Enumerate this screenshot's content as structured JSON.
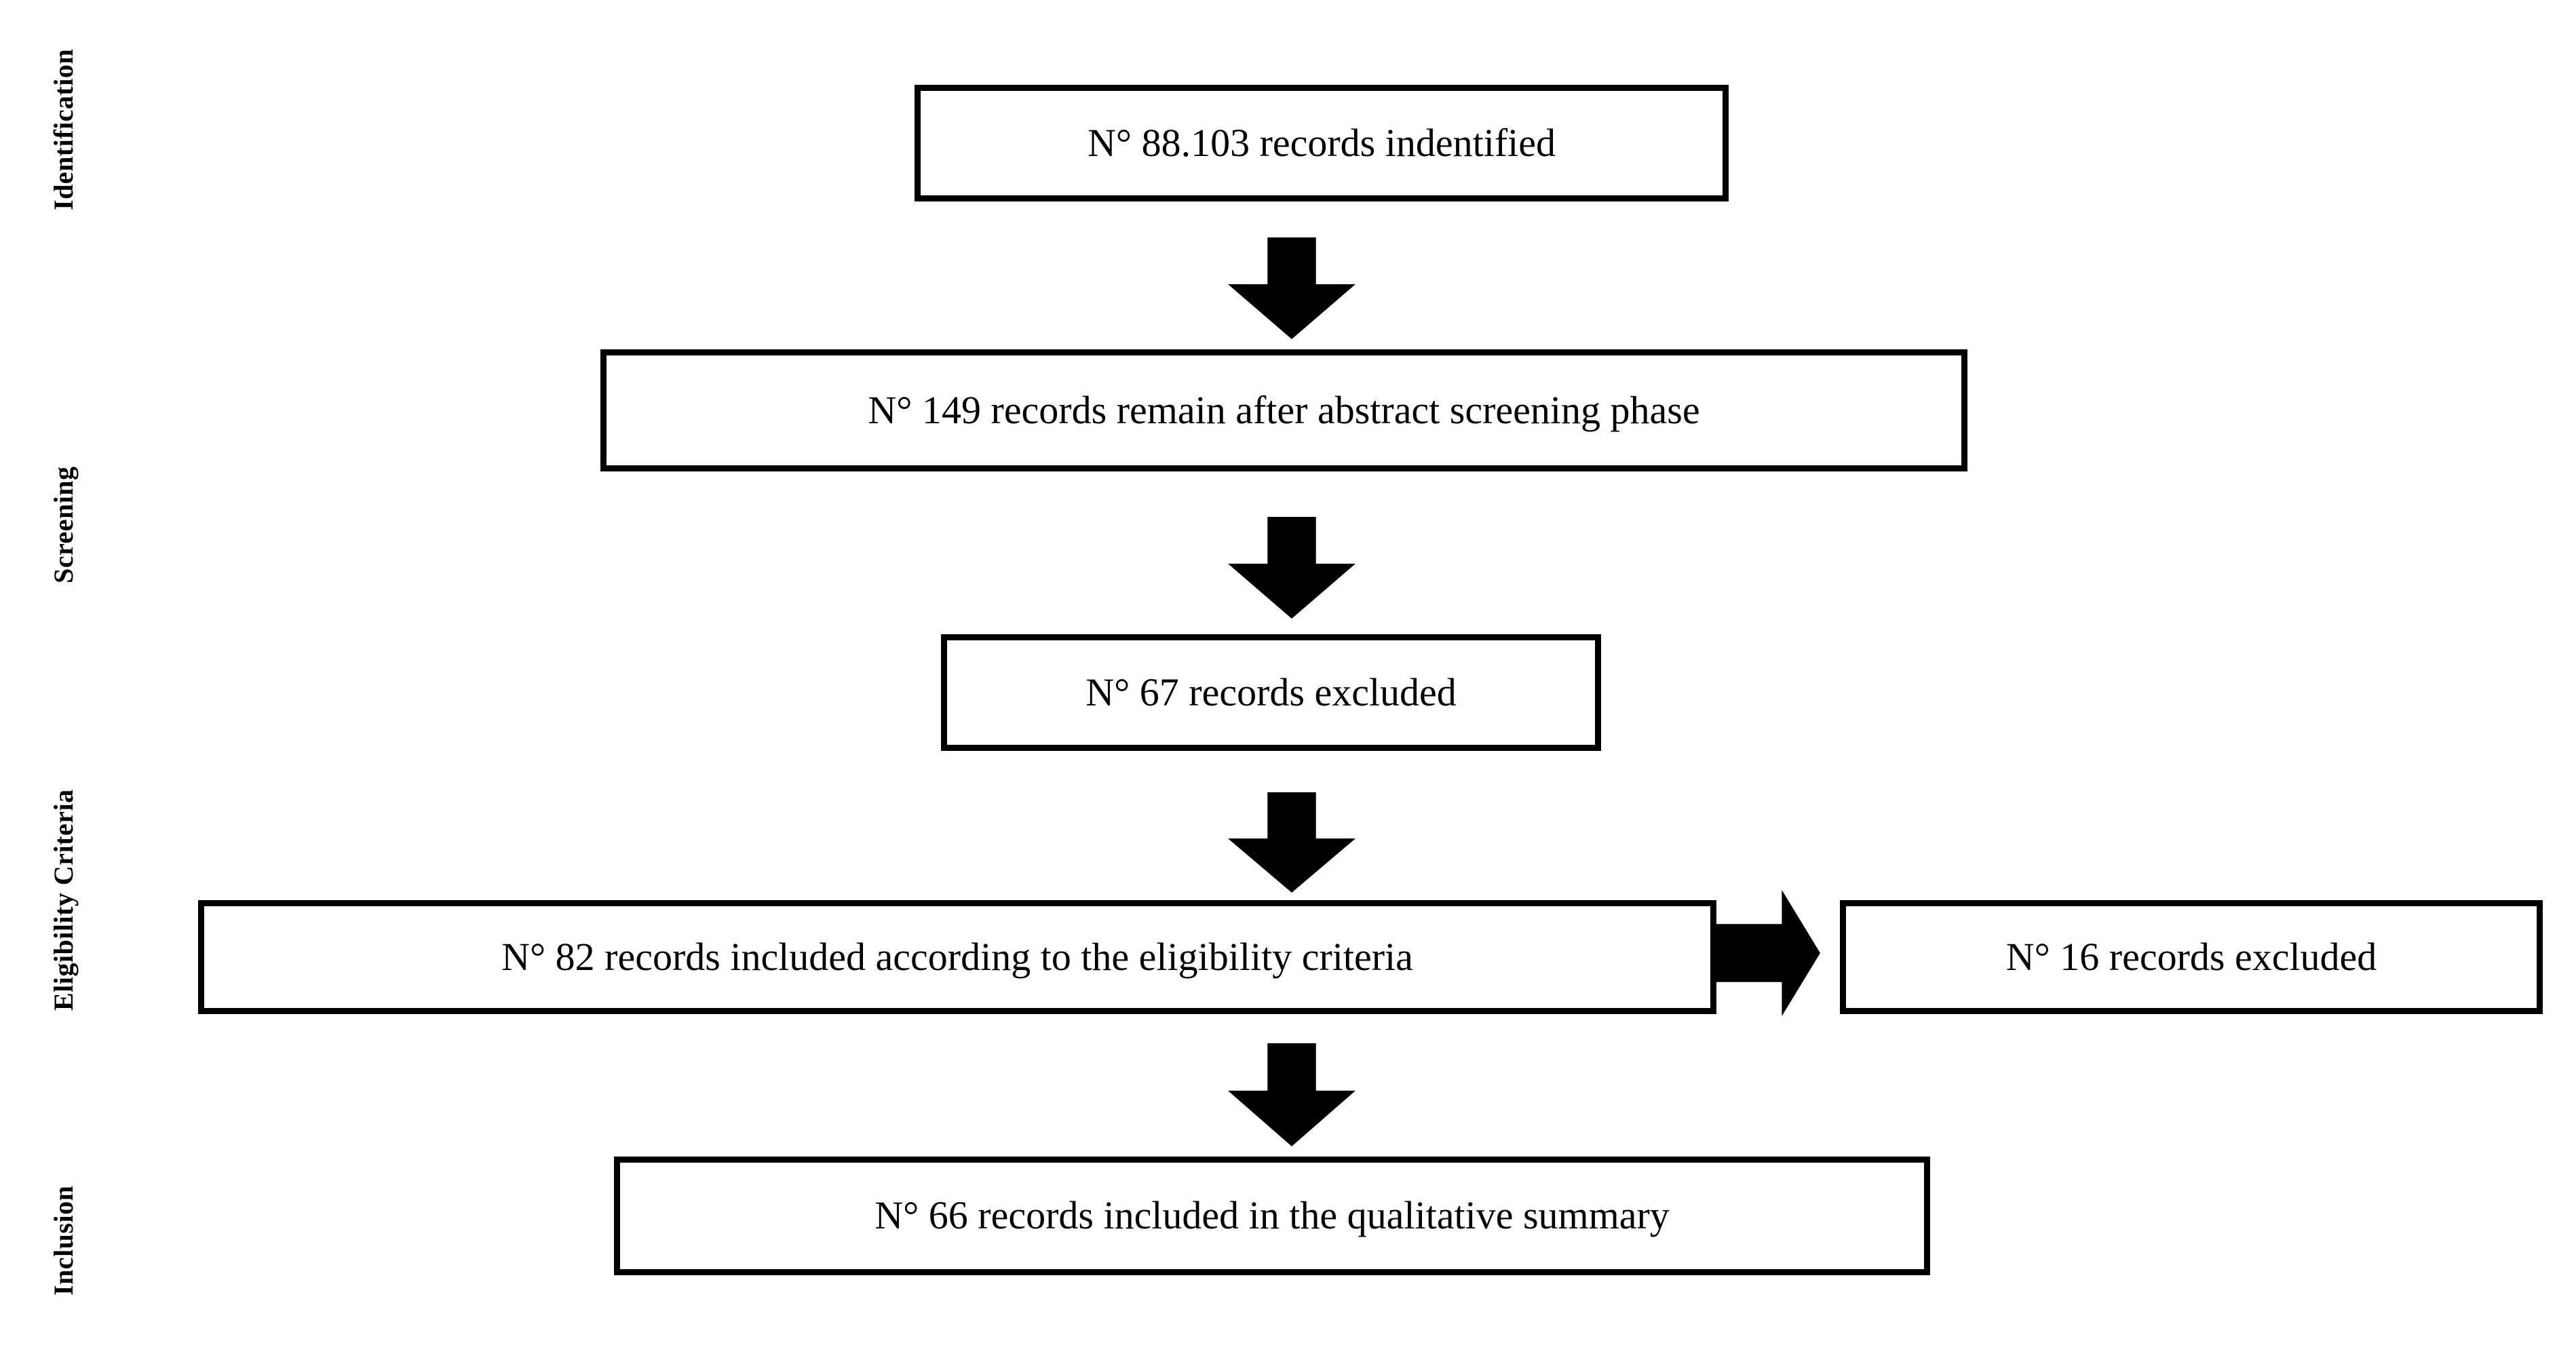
{
  "diagram": {
    "title": "PRISMA study selection flow diagram",
    "background_color": "#ffffff",
    "ink_color": "#000000",
    "stage_labels": [
      {
        "id": "identification",
        "text": "Identification"
      },
      {
        "id": "screening",
        "text": "Screening"
      },
      {
        "id": "eligibility",
        "text": "Eligibility Criteria"
      },
      {
        "id": "inclusion",
        "text": "Inclusion"
      }
    ],
    "boxes": [
      {
        "id": "records-identified",
        "text": "N° 88.103 records indentified"
      },
      {
        "id": "records-after-screening",
        "text": "N° 149 records remain after abstract screening phase"
      },
      {
        "id": "records-excluded-67",
        "text": "N° 67 records excluded"
      },
      {
        "id": "records-included-82",
        "text": "N° 82 records included according to the eligibility criteria"
      },
      {
        "id": "records-excluded-16",
        "text": "N° 16 records excluded"
      },
      {
        "id": "records-included-66",
        "text": "N° 66 records included in the qualitative summary"
      }
    ],
    "arrows": [
      {
        "id": "arrow-identified-to-screening",
        "direction": "down"
      },
      {
        "id": "arrow-screening-to-excluded67",
        "direction": "down"
      },
      {
        "id": "arrow-excluded67-to-included82",
        "direction": "down"
      },
      {
        "id": "arrow-included82-to-excluded16",
        "direction": "right"
      },
      {
        "id": "arrow-included82-to-included66",
        "direction": "down"
      }
    ]
  },
  "chart_data": {
    "type": "diagram",
    "title": "PRISMA study selection flow diagram",
    "nodes": [
      {
        "id": "records-identified",
        "stage": "Identification",
        "label": "N° 88.103 records indentified",
        "count": 88103
      },
      {
        "id": "records-after-screening",
        "stage": "Screening",
        "label": "N° 149 records remain after abstract screening phase",
        "count": 149
      },
      {
        "id": "records-excluded-67",
        "stage": "Eligibility Criteria",
        "label": "N° 67 records excluded",
        "count": 67
      },
      {
        "id": "records-included-82",
        "stage": "Eligibility Criteria",
        "label": "N° 82 records included according to the eligibility criteria",
        "count": 82
      },
      {
        "id": "records-excluded-16",
        "stage": "Eligibility Criteria",
        "label": "N° 16 records excluded",
        "count": 16
      },
      {
        "id": "records-included-66",
        "stage": "Inclusion",
        "label": "N° 66 records included in the qualitative summary",
        "count": 66
      }
    ],
    "edges": [
      {
        "from": "records-identified",
        "to": "records-after-screening",
        "direction": "down"
      },
      {
        "from": "records-after-screening",
        "to": "records-excluded-67",
        "direction": "down"
      },
      {
        "from": "records-excluded-67",
        "to": "records-included-82",
        "direction": "down"
      },
      {
        "from": "records-included-82",
        "to": "records-excluded-16",
        "direction": "right"
      },
      {
        "from": "records-included-82",
        "to": "records-included-66",
        "direction": "down"
      }
    ]
  }
}
